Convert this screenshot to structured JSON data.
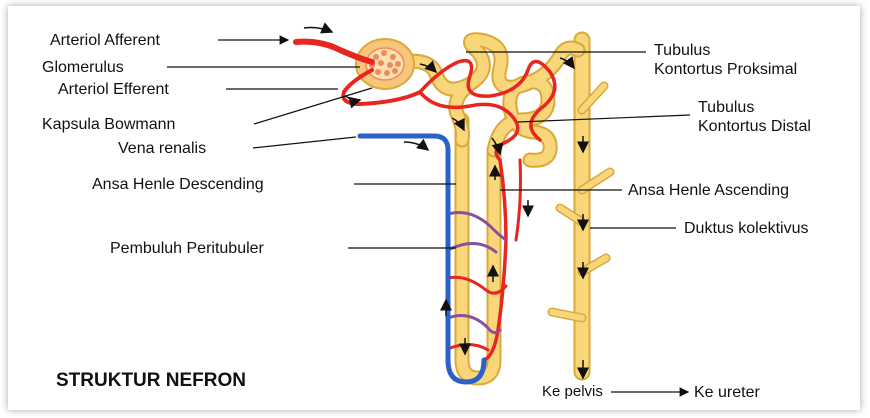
{
  "title": "STRUKTUR NEFRON",
  "labels": {
    "arteriol_afferent": "Arteriol Afferent",
    "glomerulus": "Glomerulus",
    "arteriol_efferent": "Arteriol Efferent",
    "kapsula_bowmann": "Kapsula Bowmann",
    "vena_renalis": "Vena renalis",
    "ansa_henle_descending": "Ansa Henle Descending",
    "pembuluh_peritubuler": "Pembuluh Peritubuler",
    "tubulus_proksimal_line1": "Tubulus",
    "tubulus_proksimal_line2": "Kontortus Proksimal",
    "tubulus_distal_line1": "Tubulus",
    "tubulus_distal_line2": "Kontortus Distal",
    "ansa_henle_ascending": "Ansa Henle Ascending",
    "duktus_kolektivus": "Duktus kolektivus",
    "ke_pelvis": "Ke pelvis",
    "ke_ureter": "Ke ureter"
  },
  "colors": {
    "tubule": "#f9d67a",
    "tubule_edge": "#d9a93a",
    "artery": "#e8251f",
    "vein": "#2a62c9",
    "capsule": "#f7c67c",
    "glomerulus_dots": "#f08a5a"
  }
}
